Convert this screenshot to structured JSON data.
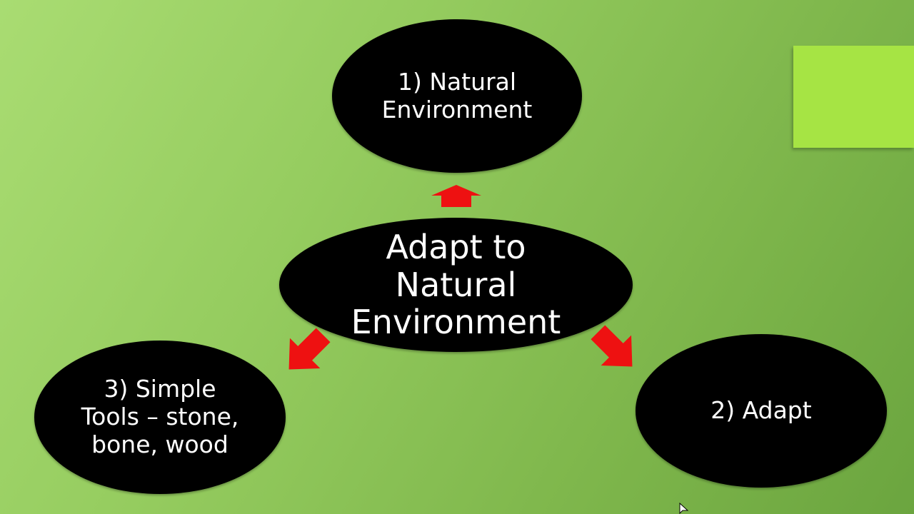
{
  "diagram": {
    "center": {
      "label": "Adapt to\nNatural\nEnvironment"
    },
    "nodes": [
      {
        "id": "top",
        "label": "1) Natural\nEnvironment"
      },
      {
        "id": "right",
        "label": "2) Adapt"
      },
      {
        "id": "left",
        "label": "3) Simple\nTools – stone,\nbone, wood"
      }
    ],
    "colors": {
      "background_start": "#a9dc72",
      "background_end": "#6ba53f",
      "node_fill": "#000000",
      "node_text": "#ffffff",
      "arrow": "#ee1111",
      "accent_rect": "#a6e444"
    }
  }
}
